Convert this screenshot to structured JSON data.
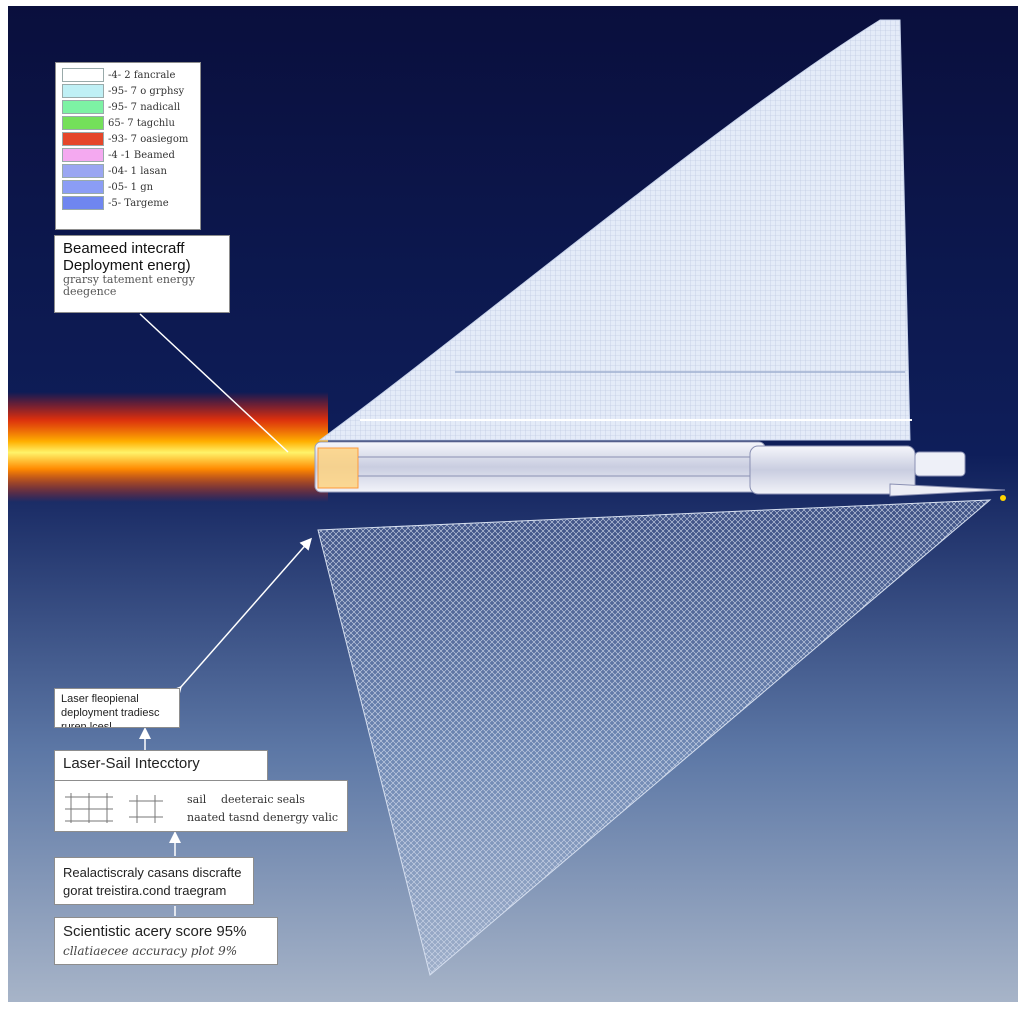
{
  "legend": {
    "items": [
      {
        "label": "-4- 2 fancrale",
        "color": "#ffffff"
      },
      {
        "label": "-95- 7 o grphsy",
        "color": "#bff0f5"
      },
      {
        "label": "-95- 7 nadicall",
        "color": "#7df2a4"
      },
      {
        "label": "65- 7 tagchlu",
        "color": "#74e05a"
      },
      {
        "label": "-93- 7 oasiegom",
        "color": "#e5462a"
      },
      {
        "label": "-4 -1 Beamed",
        "color": "#f4a9f0"
      },
      {
        "label": "-04- 1 lasan",
        "color": "#9aa6f2"
      },
      {
        "label": "-05- 1 gn",
        "color": "#8b9df5"
      },
      {
        "label": "-5- Targeme",
        "color": "#6f86f0"
      }
    ]
  },
  "callouts": {
    "top": {
      "line1": "Beameed intecraff",
      "line2": "Deployment energ)",
      "line3": "grarsy tatement energy",
      "line4": "deegence"
    },
    "laser_small": {
      "line1": "Laser fleopienal",
      "line2": "deployment tradiesc",
      "line3": "ruren lcesl"
    },
    "laser_sail": {
      "title": "Laser-Sail Intecctory"
    },
    "sail_detail": {
      "text1": "sail",
      "text2": "deeteraic seals",
      "text3": "naated tasnd denergy valic"
    },
    "realistic": {
      "line1": "Realactiscraly casans discrafte",
      "line2": "gorat treistira.cond traegram"
    },
    "score": {
      "line1": "Scientistic acery score 95%",
      "line2": "cllatiaecee accuracy plot 9%"
    }
  },
  "colors": {
    "sky_top": "#0a0f3d",
    "sky_bottom": "#a7b4c8",
    "beam_core": "#fff36a",
    "beam_outer": "#ff2a00",
    "sail_fill": "#dfe8f7",
    "hull": "#dfe2ee"
  }
}
